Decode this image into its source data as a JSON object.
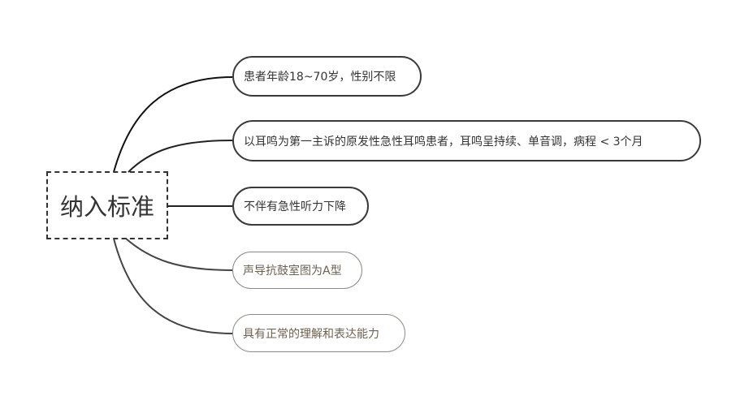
{
  "root": {
    "label": "纳入标准"
  },
  "nodes": [
    {
      "label": "患者年龄18~70岁，性别不限"
    },
    {
      "label": "以耳鸣为第一主诉的原发性急性耳鸣患者，耳鸣呈持续、单音调，病程 < 3个月"
    },
    {
      "label": "不伴有急性听力下降"
    },
    {
      "label": "声导抗鼓室图为A型"
    },
    {
      "label": "具有正常的理解和表达能力"
    }
  ],
  "colors": {
    "line": "#333333",
    "light_text": "#6e6050"
  }
}
